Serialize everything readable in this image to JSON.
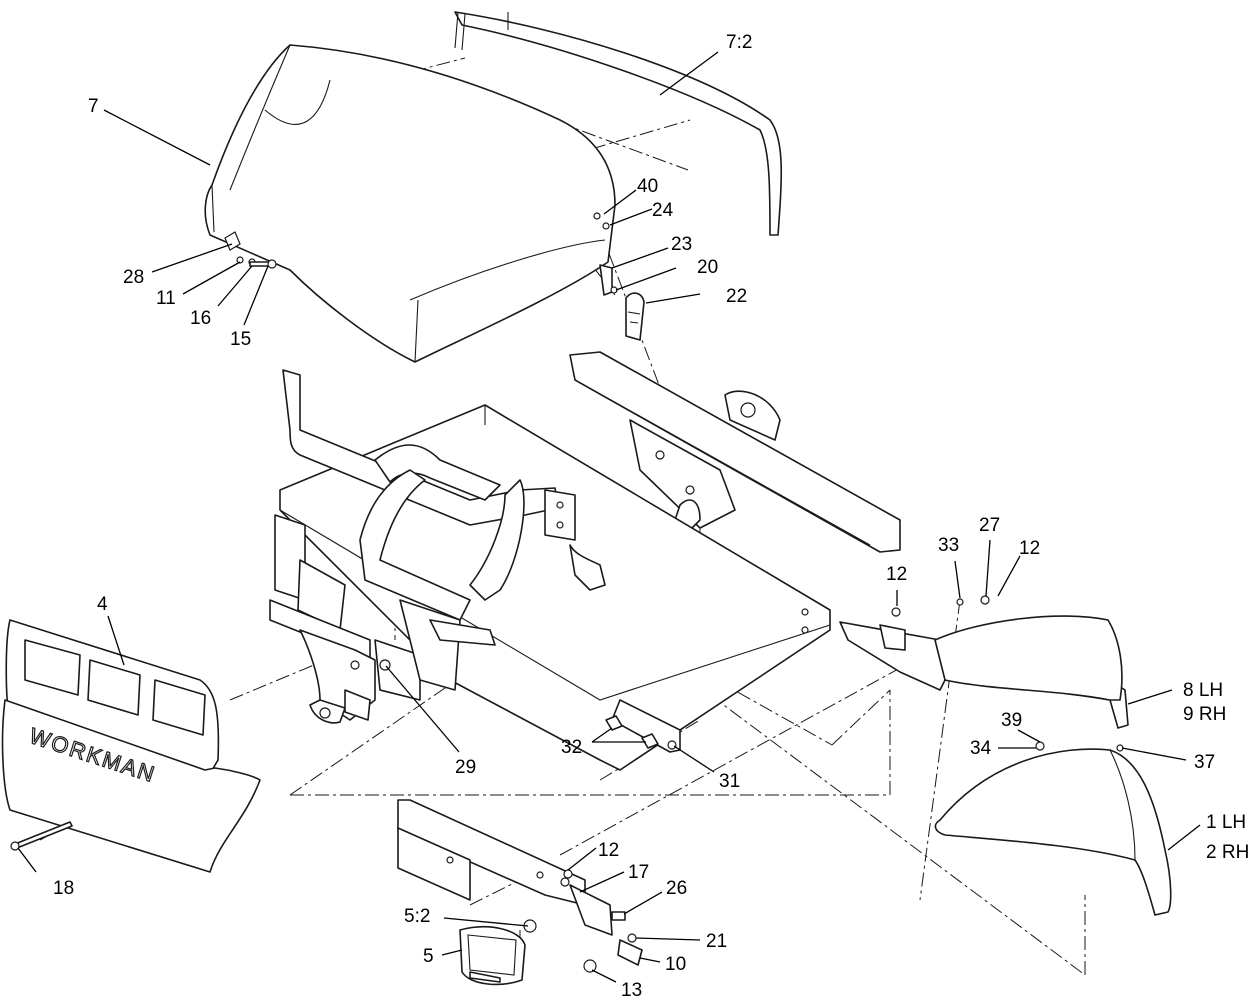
{
  "brand_text": "WORKMAN",
  "callouts": {
    "c7": "7",
    "c7_2": "7:2",
    "c40": "40",
    "c24": "24",
    "c23": "23",
    "c20": "20",
    "c22": "22",
    "c28": "28",
    "c11": "11",
    "c16": "16",
    "c15": "15",
    "c4": "4",
    "c29": "29",
    "c18": "18",
    "c32": "32",
    "c31": "31",
    "c12_a": "12",
    "c33": "33",
    "c27": "27",
    "c12_b": "12",
    "c8": "8 LH",
    "c9": "9 RH",
    "c39": "39",
    "c34": "34",
    "c37": "37",
    "c1": "1 LH",
    "c2": "2 RH",
    "c12_c": "12",
    "c17": "17",
    "c26": "26",
    "c5_2": "5:2",
    "c21": "21",
    "c5": "5",
    "c10": "10",
    "c13": "13"
  }
}
